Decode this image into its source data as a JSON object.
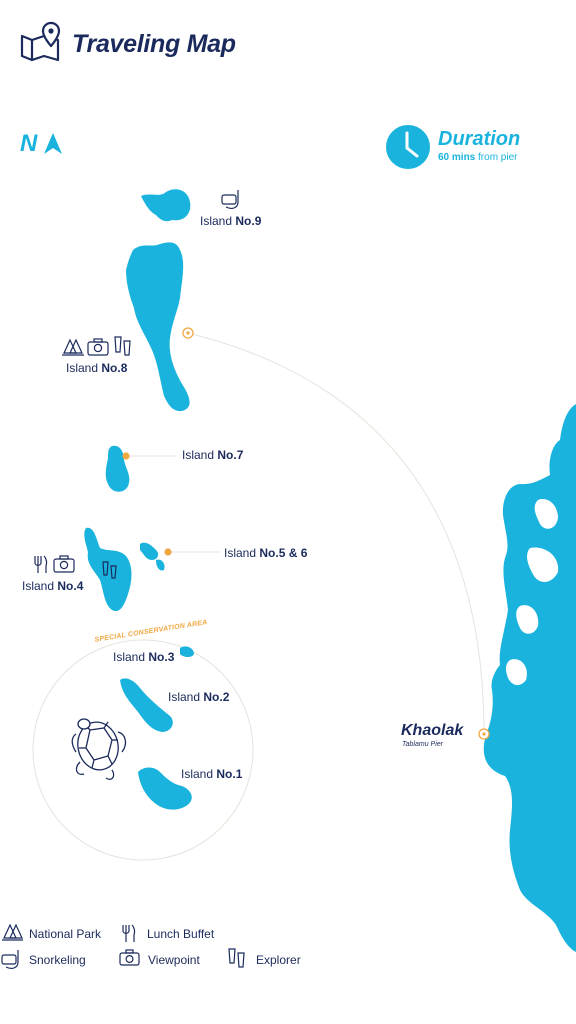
{
  "header": {
    "title": "Traveling Map",
    "icon": "map-pin-icon"
  },
  "compass": {
    "label": "N",
    "icon": "north-arrow-icon"
  },
  "duration": {
    "title": "Duration",
    "value": "60 mins",
    "suffix": "from pier",
    "icon": "clock-icon"
  },
  "islands": [
    {
      "prefix": "Island",
      "number": "No.9",
      "activities": [
        "snorkeling"
      ]
    },
    {
      "prefix": "Island",
      "number": "No.8",
      "activities": [
        "national-park",
        "viewpoint",
        "explorer"
      ]
    },
    {
      "prefix": "Island",
      "number": "No.7",
      "activities": []
    },
    {
      "prefix": "Island",
      "number": "No.5 & 6",
      "activities": []
    },
    {
      "prefix": "Island",
      "number": "No.4",
      "activities": [
        "lunch-buffet",
        "viewpoint",
        "explorer"
      ]
    },
    {
      "prefix": "Island",
      "number": "No.3",
      "activities": []
    },
    {
      "prefix": "Island",
      "number": "No.2",
      "activities": []
    },
    {
      "prefix": "Island",
      "number": "No.1",
      "activities": []
    }
  ],
  "conservation": {
    "label": "SPECIAL CONSERVATION AREA",
    "icon": "turtle-icon"
  },
  "pier": {
    "name": "Khaolak",
    "sub": "Tablamu Pier"
  },
  "legend": [
    {
      "icon": "national-park-icon",
      "label": "National Park"
    },
    {
      "icon": "lunch-buffet-icon",
      "label": "Lunch Buffet"
    },
    {
      "icon": "snorkeling-icon",
      "label": "Snorkeling"
    },
    {
      "icon": "viewpoint-icon",
      "label": "Viewpoint"
    },
    {
      "icon": "explorer-icon",
      "label": "Explorer"
    }
  ],
  "colors": {
    "navy": "#1b2a5c",
    "sea_blue": "#19b3dd",
    "orange": "#f0a843",
    "route": "#e6e3dc"
  }
}
